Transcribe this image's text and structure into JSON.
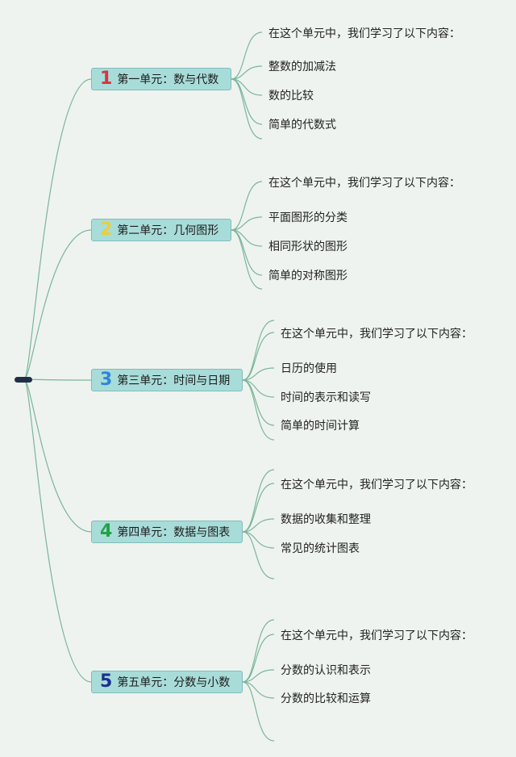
{
  "colors": {
    "line": "#7bb59a",
    "node_bg": "#a8dcd9",
    "unit1": "#d9343e",
    "unit2": "#e8cf3e",
    "unit3": "#2f86d6",
    "unit4": "#22a346",
    "unit5": "#1b2f8f"
  },
  "units": [
    {
      "num": "1",
      "title": "第一单元：数与代数",
      "items": [
        "在这个单元中，我们学习了以下内容：",
        "整数的加减法",
        "数的比较",
        "简单的代数式"
      ]
    },
    {
      "num": "2",
      "title": "第二单元：几何图形",
      "items": [
        "在这个单元中，我们学习了以下内容：",
        "平面图形的分类",
        "相同形状的图形",
        "简单的对称图形"
      ]
    },
    {
      "num": "3",
      "title": "第三单元：时间与日期",
      "items": [
        "在这个单元中，我们学习了以下内容：",
        "日历的使用",
        "时间的表示和读写",
        "简单的时间计算"
      ]
    },
    {
      "num": "4",
      "title": "第四单元：数据与图表",
      "items": [
        "在这个单元中，我们学习了以下内容：",
        "数据的收集和整理",
        "常见的统计图表"
      ]
    },
    {
      "num": "5",
      "title": "第五单元：分数与小数",
      "items": [
        "在这个单元中，我们学习了以下内容：",
        "分数的认识和表示",
        "分数的比较和运算"
      ]
    }
  ]
}
